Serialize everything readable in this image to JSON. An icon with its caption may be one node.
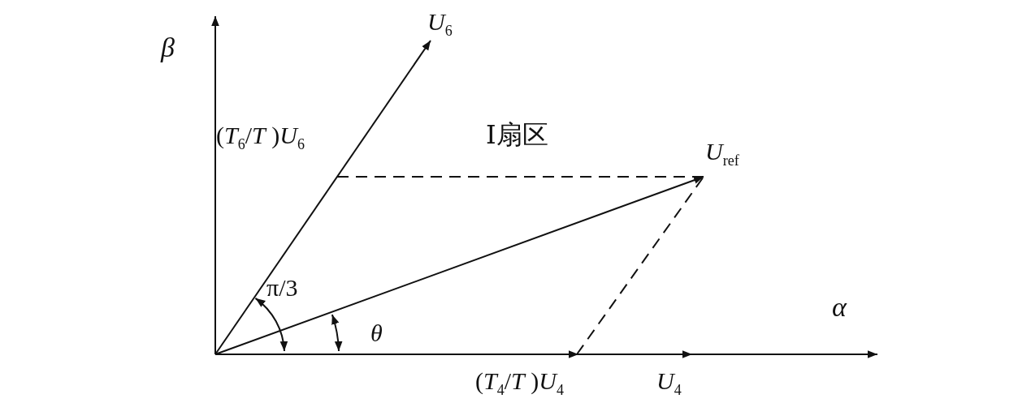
{
  "diagram": {
    "nodes": [
      {
        "text": [
          "*U*$_{6}$"
        ]
      },
      {
        "text": [
          "(*T*$_{6}$/*T* )*U*$_{6}$"
        ]
      },
      {
        "text": [
          "*U*$_{ref}$"
        ]
      },
      {
        "text": [
          "(*T*$_{4}$/*T* )*U*$_{4}$"
        ]
      },
      {
        "text": [
          "*U*$_{4}$"
        ]
      }
    ],
    "edges": [
      {
        "from": null,
        "to": 0,
        "arrow": "to"
      },
      {
        "from": null,
        "to": 2,
        "arrow": "to"
      },
      {
        "from": null,
        "to": 3,
        "arrow": "to"
      },
      {
        "from": null,
        "to": 4,
        "arrow": "to"
      },
      {
        "from": 1,
        "to": 2,
        "arrow": "none",
        "style": "dashed"
      },
      {
        "from": 3,
        "to": 2,
        "arrow": "none",
        "style": "dashed"
      }
    ],
    "labels": [
      "β",
      "Ⅰ扇区",
      "π/3",
      "θ",
      "α"
    ]
  }
}
